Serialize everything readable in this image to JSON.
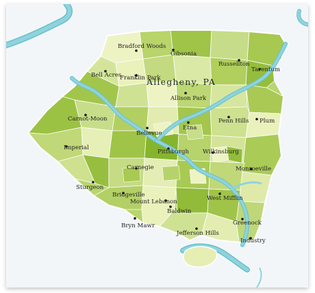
{
  "map": {
    "title": "Allegheny, PA",
    "colors": {
      "background": "#f3f6f9",
      "water": "#8fd3dc",
      "water_stroke": "#67c0cc",
      "county_outline": "#ffffff",
      "fill_light": "#eef3c4",
      "fill_mid": "#c5dc86",
      "fill_dark": "#92bd3a"
    },
    "places": [
      {
        "id": "bradford-woods",
        "name": "Bradford Woods"
      },
      {
        "id": "gibsonia",
        "name": "Gibsonia"
      },
      {
        "id": "russellton",
        "name": "Russellton"
      },
      {
        "id": "tarentum",
        "name": "Tarentum"
      },
      {
        "id": "bell-acres",
        "name": "Bell Acres"
      },
      {
        "id": "franklin-park",
        "name": "Franklin Park"
      },
      {
        "id": "allison-park",
        "name": "Allison Park"
      },
      {
        "id": "carnot-moon",
        "name": "Carnot-Moon"
      },
      {
        "id": "bellevue",
        "name": "Bellevue"
      },
      {
        "id": "etna",
        "name": "Etna"
      },
      {
        "id": "penn-hills",
        "name": "Penn Hills"
      },
      {
        "id": "plum",
        "name": "Plum"
      },
      {
        "id": "imperial",
        "name": "Imperial"
      },
      {
        "id": "pittsburgh",
        "name": "Pittsburgh"
      },
      {
        "id": "wilkinsburg",
        "name": "Wilkinsburg"
      },
      {
        "id": "carnegie",
        "name": "Carnegie"
      },
      {
        "id": "monroeville",
        "name": "Monroeville"
      },
      {
        "id": "sturgeon",
        "name": "Sturgeon"
      },
      {
        "id": "bridgeville",
        "name": "Bridgeville"
      },
      {
        "id": "mount-lebanon",
        "name": "Mount Lebanon"
      },
      {
        "id": "west-mifflin",
        "name": "West Mifflin"
      },
      {
        "id": "baldwin",
        "name": "Baldwin"
      },
      {
        "id": "greenock",
        "name": "Greenock"
      },
      {
        "id": "bryn-mawr",
        "name": "Bryn Mawr"
      },
      {
        "id": "jefferson-hills",
        "name": "Jefferson Hills"
      },
      {
        "id": "industry",
        "name": "Industry"
      }
    ]
  }
}
